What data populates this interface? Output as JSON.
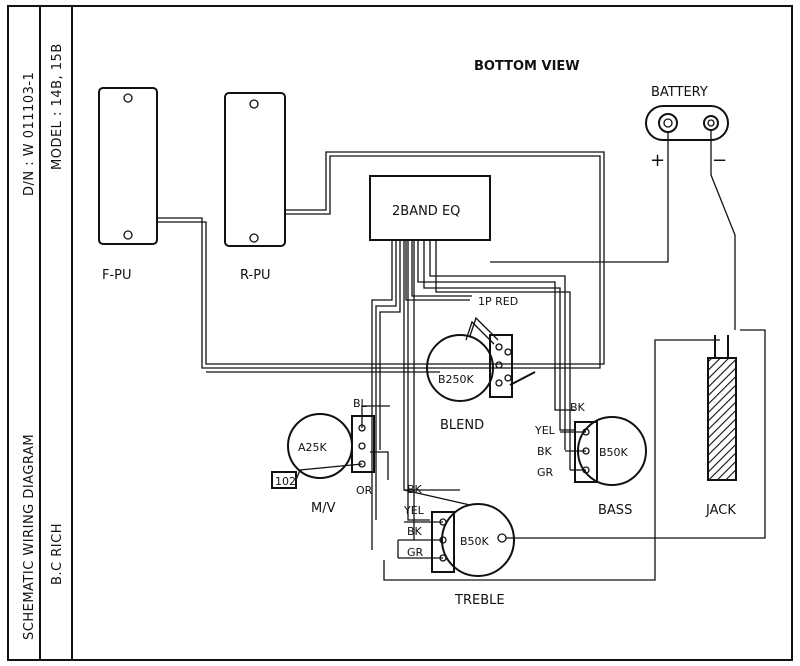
{
  "title_block": {
    "doc_number": "D/N : W 011103-1",
    "model": "MODEL : 14B, 15B",
    "diagram_title": "SCHEMATIC WIRING DIAGRAM",
    "brand": "B.C RICH"
  },
  "view_title": "BOTTOM VIEW",
  "battery": {
    "label": "BATTERY",
    "plus": "+",
    "minus": "−"
  },
  "pickups": {
    "front": "F-PU",
    "rear": "R-PU"
  },
  "eq": {
    "label": "2BAND EQ"
  },
  "blend": {
    "value": "B250K",
    "label": "BLEND",
    "wire": "1P RED"
  },
  "master_volume": {
    "value": "A25K",
    "label": "M/V",
    "wire_bl": "BL",
    "wire_or": "OR",
    "capacitor": "102"
  },
  "bass": {
    "value": "B50K",
    "label": "BASS",
    "wires": [
      "BK",
      "YEL",
      "BK",
      "GR"
    ]
  },
  "treble": {
    "value": "B50K",
    "label": "TREBLE",
    "wires": [
      "BK",
      "YEL",
      "BK",
      "GR"
    ]
  },
  "jack": {
    "label": "JACK"
  }
}
